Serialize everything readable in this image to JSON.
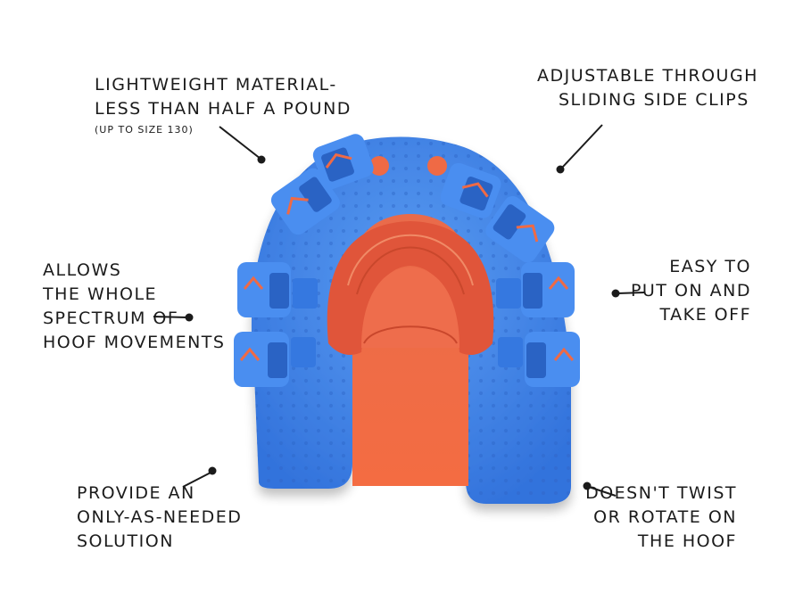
{
  "colors": {
    "shoe_blue": "#3f86e8",
    "shoe_blue_dark": "#2a63c4",
    "pad_orange": "#ef6a45",
    "pad_orange_dark": "#d4502e",
    "ink": "#1b1b1b"
  },
  "callouts": {
    "top_left": {
      "lines": [
        "LIGHTWEIGHT MATERIAL-",
        "LESS THAN HALF A POUND"
      ],
      "note": "(UP TO SIZE 130)"
    },
    "top_right": {
      "lines": [
        "ADJUSTABLE THROUGH",
        "SLIDING SIDE CLIPS"
      ]
    },
    "mid_left": {
      "lines": [
        "ALLOWS",
        "THE WHOLE",
        "SPECTRUM OF",
        "HOOF MOVEMENTS"
      ]
    },
    "mid_right": {
      "lines": [
        "EASY TO",
        "PUT ON AND",
        "TAKE OFF"
      ]
    },
    "bottom_left": {
      "lines": [
        "PROVIDE AN",
        "ONLY-AS-NEEDED",
        "SOLUTION"
      ]
    },
    "bottom_right": {
      "lines": [
        "DOESN'T TWIST",
        "OR ROTATE ON",
        "THE HOOF"
      ]
    }
  }
}
